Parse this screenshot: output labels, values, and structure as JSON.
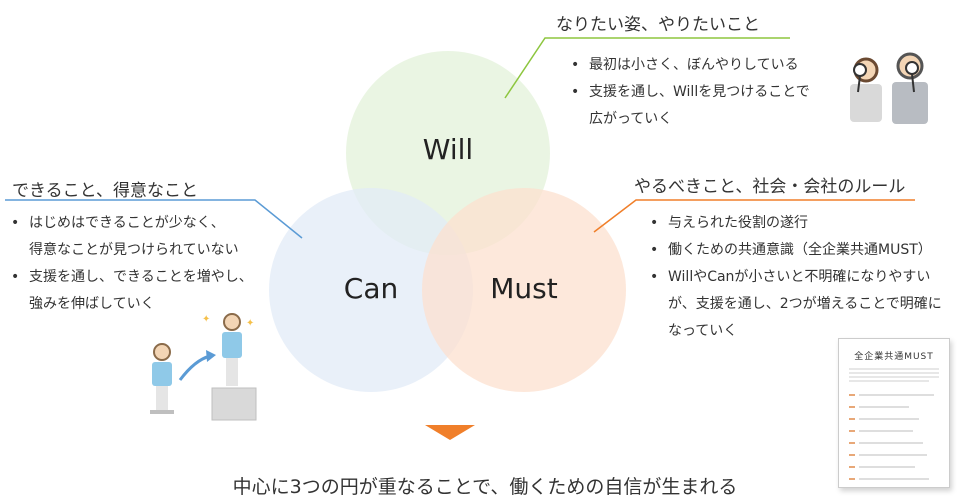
{
  "circles": {
    "will": {
      "label": "Will",
      "color": "#e3f2d9"
    },
    "can": {
      "label": "Can",
      "color": "#e1ebf7"
    },
    "must": {
      "label": "Must",
      "color": "#fce0cf"
    }
  },
  "will_section": {
    "heading": "なりたい姿、やりたいこと",
    "line_color": "#8dc63f",
    "bullets": [
      "最初は小さく、ぼんやりしている",
      "支援を通し、Willを見つけることで",
      "広がっていく"
    ]
  },
  "can_section": {
    "heading": "できること、得意なこと",
    "line_color": "#5b9bd5",
    "bullets": [
      "はじめはできることが少なく、",
      "得意なことが見つけられていない",
      "支援を通し、できることを増やし、",
      "強みを伸ばしていく"
    ]
  },
  "must_section": {
    "heading": "やるべきこと、社会・会社のルール",
    "line_color": "#f07f2a",
    "bullets": [
      "与えられた役割の遂行",
      "働くための共通意識（全企業共通MUST）",
      "WillやCanが小さいと不明確になりやすい",
      "が、支援を通し、2つが増えることで明確に",
      "なっていく"
    ]
  },
  "document": {
    "title": "全企業共通MUST"
  },
  "arrow_color": "#f07f2a",
  "conclusion": "中心に3つの円が重なることで、働くための自信が生まれる"
}
